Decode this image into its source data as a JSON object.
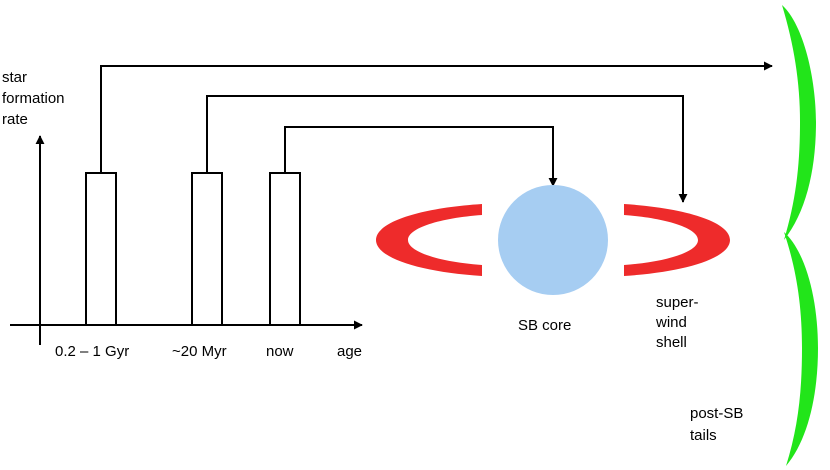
{
  "labels": {
    "y_axis_line1": "star",
    "y_axis_line2": "formation",
    "y_axis_line3": "rate",
    "x_axis": "age",
    "bar1": "0.2 – 1 Gyr",
    "bar2": "~20 Myr",
    "bar3": "now",
    "core": "SB core",
    "shell_line1": "super-",
    "shell_line2": "wind",
    "shell_line3": "shell",
    "tails_line1": "post-SB",
    "tails_line2": "tails"
  },
  "colors": {
    "core": "#a6cdf2",
    "shell": "#ee2b2b",
    "tails": "#22e51a",
    "lines": "#000000"
  }
}
